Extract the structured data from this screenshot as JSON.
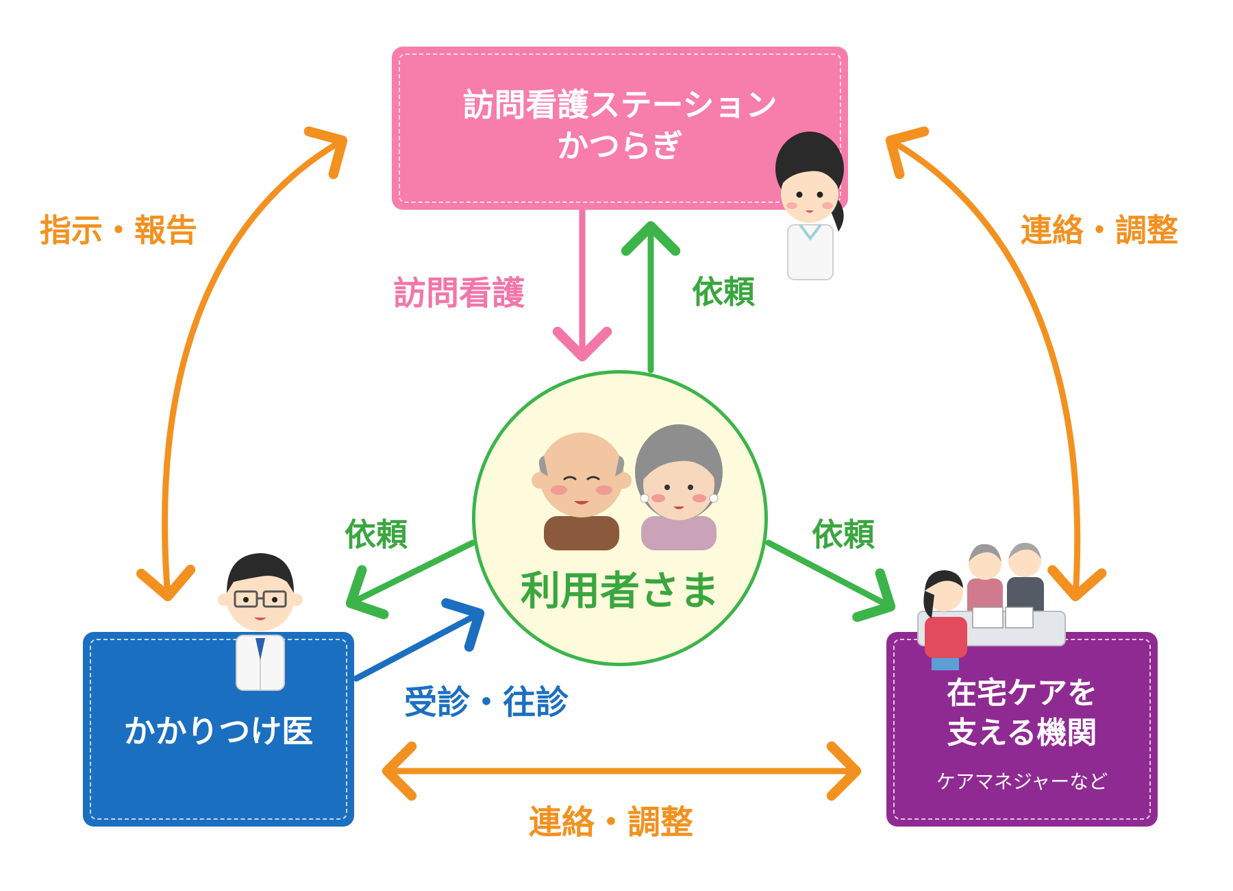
{
  "nodes": {
    "station": {
      "title_line1": "訪問看護ステーション",
      "title_line2": "かつらぎ",
      "color": "#f77daa"
    },
    "doctor": {
      "title": "かかりつけ医",
      "color": "#1b6fc0"
    },
    "care": {
      "title_line1": "在宅ケアを",
      "title_line2": "支える機関",
      "subtitle": "ケアマネジャーなど",
      "color": "#902a93"
    },
    "user": {
      "title": "利用者さま",
      "color": "#3cb44a"
    }
  },
  "edges": {
    "instruction_report": "指示・報告",
    "contact_adjust_right": "連絡・調整",
    "contact_adjust_bottom": "連絡・調整",
    "visiting_nursing": "訪問看護",
    "request_top": "依頼",
    "request_left": "依頼",
    "request_right": "依頼",
    "consultation": "受診・往診"
  },
  "colors": {
    "orange": "#f29120",
    "pink": "#f276a8",
    "green": "#3cb44a",
    "blue": "#1b6fc0"
  },
  "illustrations": [
    "nurse",
    "doctor",
    "elderly-couple",
    "care-manager-meeting"
  ]
}
